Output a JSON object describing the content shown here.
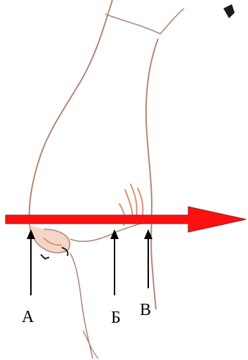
{
  "figure": {
    "labels": {
      "a": "А",
      "b": "Б",
      "c": "В"
    }
  },
  "colors": {
    "outline": "#b08878",
    "arrow_fill": "#ff1010",
    "arrow_stroke": "#9a2a2a",
    "pointer": "#000000",
    "joint_shading": "#d89070",
    "dark_mark": "#1a1a1a"
  }
}
